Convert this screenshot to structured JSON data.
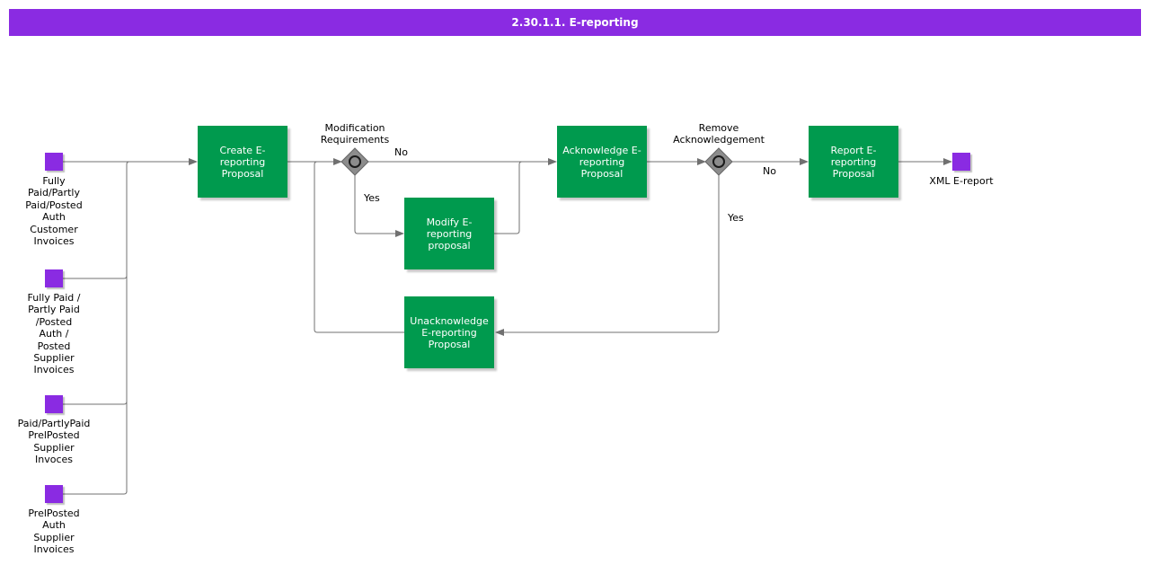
{
  "title": "2.30.1.1. E-reporting",
  "colors": {
    "header": "#8a2be2",
    "task": "#009a4e",
    "event": "#8a2be2",
    "gateway": "#8c8c8c",
    "connector": "#707070"
  },
  "events": {
    "customer_invoices": "Fully\nPaid/Partly\nPaid/Posted\nAuth\nCustomer\nInvoices",
    "supplier_invoices": "Fully Paid /\nPartly Paid\n/Posted\nAuth /\nPosted\nSupplier\nInvoices",
    "prelposted_invoices": "Paid/PartlyPaid\nPrelPosted\nSupplier\nInvoces",
    "prelposted_auth": "PrelPosted\nAuth\nSupplier\nInvoices",
    "xml_ereport": "XML E-report"
  },
  "tasks": {
    "create": "Create E-\nreporting\nProposal",
    "modify": "Modify E-\nreporting\nproposal",
    "acknowledge": "Acknowledge E-\nreporting\nProposal",
    "unacknowledge": "Unacknowledge\nE-reporting\nProposal",
    "report": "Report E-\nreporting\nProposal"
  },
  "gateways": {
    "modification": "Modification\nRequirements",
    "remove_ack": "Remove\nAcknowledgement"
  },
  "flow_labels": {
    "mod_no": "No",
    "mod_yes": "Yes",
    "ack_no": "No",
    "ack_yes": "Yes"
  }
}
